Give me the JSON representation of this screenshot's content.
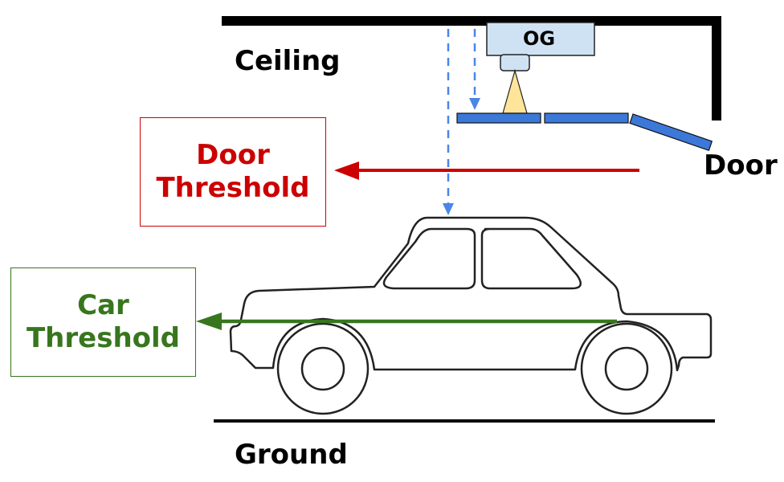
{
  "labels": {
    "ceiling": "Ceiling",
    "door": "Door",
    "ground": "Ground",
    "sensor": "OG"
  },
  "door_threshold": {
    "line1": "Door",
    "line2": "Threshold"
  },
  "car_threshold": {
    "line1": "Car",
    "line2": "Threshold"
  },
  "colors": {
    "structure": "#000000",
    "sensor_fill": "#cfe2f3",
    "beam_fill": "#ffe599",
    "door_panel": "#3c78d8",
    "measure_dash": "#4a86e8",
    "door_threshold": "#cc0000",
    "car_threshold": "#38761d",
    "car_outline": "#222222"
  }
}
